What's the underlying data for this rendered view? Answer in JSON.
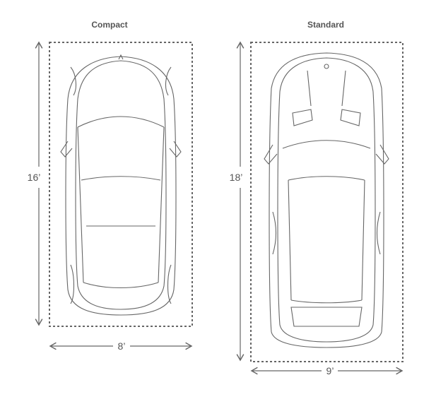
{
  "spaces": [
    {
      "title": "Compact",
      "length_label": "16’",
      "width_label": "8’"
    },
    {
      "title": "Standard",
      "length_label": "18’",
      "width_label": "9’"
    }
  ]
}
